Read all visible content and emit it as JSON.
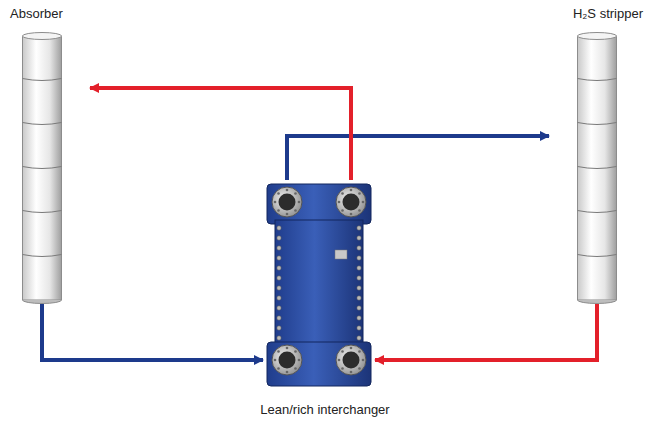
{
  "diagram": {
    "nodes": [
      {
        "text": [
          "Absorber"
        ]
      },
      {
        "text": [
          "H₂S stripper"
        ]
      },
      {
        "text": [
          "Lean/rich interchanger"
        ]
      }
    ],
    "edges": [
      {
        "from": 0,
        "to": 2,
        "arrow": "to"
      },
      {
        "from": 2,
        "to": 1,
        "arrow": "to"
      },
      {
        "from": 1,
        "to": 2,
        "arrow": "to"
      },
      {
        "from": 2,
        "to": 0,
        "arrow": "to"
      }
    ]
  }
}
